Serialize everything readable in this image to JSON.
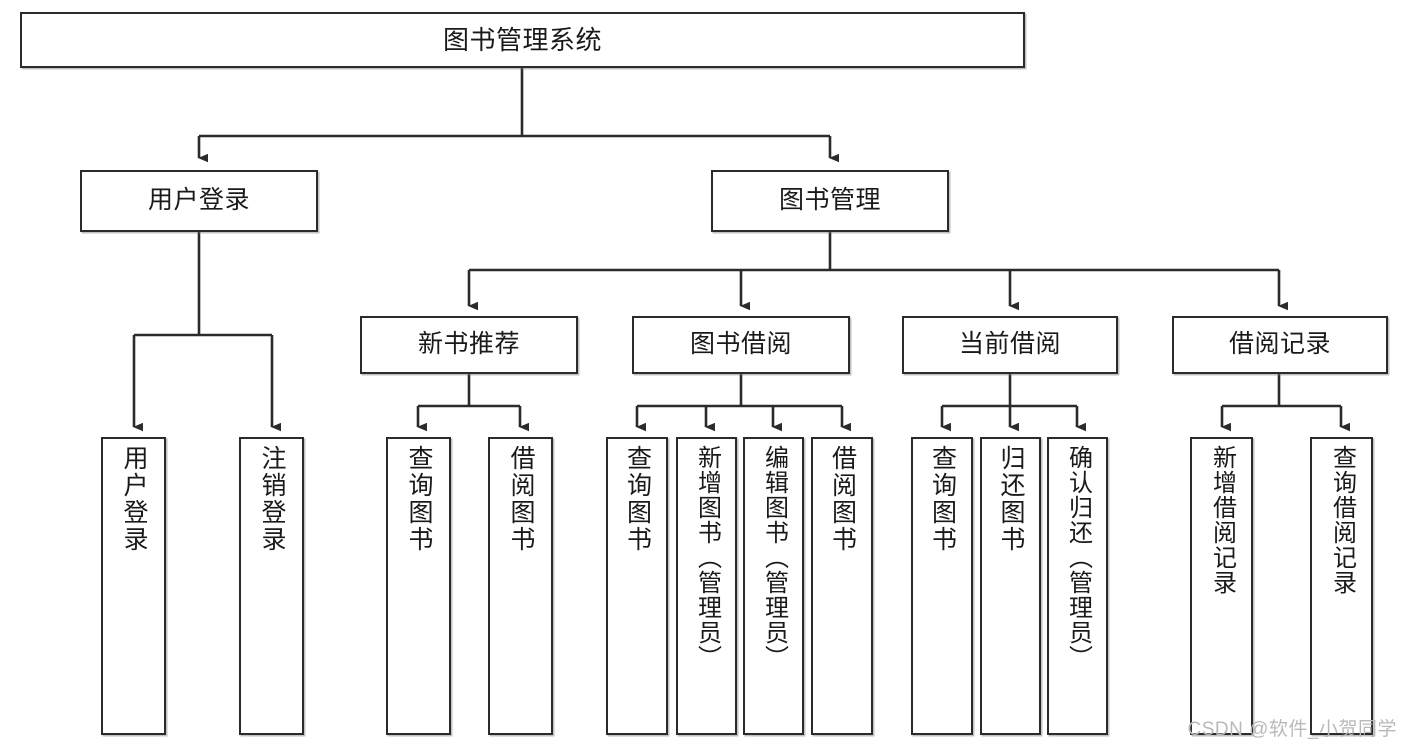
{
  "diagram": {
    "type": "hierarchy-tree",
    "title": "图书管理系统",
    "line_color": "#2b2b2b",
    "box_fill": "#ffffff",
    "text_color": "#1a1a1a",
    "levels": 4,
    "root": {
      "label": "图书管理系统"
    },
    "level2": [
      {
        "label": "用户登录"
      },
      {
        "label": "图书管理"
      }
    ],
    "level3": [
      {
        "label": "新书推荐"
      },
      {
        "label": "图书借阅"
      },
      {
        "label": "当前借阅"
      },
      {
        "label": "借阅记录"
      }
    ],
    "leaves": {
      "user_login": [
        {
          "label": "用户登录"
        },
        {
          "label": "注销登录"
        }
      ],
      "new_book_recommend": [
        {
          "label": "查询图书"
        },
        {
          "label": "借阅图书"
        }
      ],
      "book_borrow": [
        {
          "label": "查询图书"
        },
        {
          "label": "新增图书（管理员）"
        },
        {
          "label": "编辑图书（管理员）"
        },
        {
          "label": "借阅图书"
        }
      ],
      "current_borrow": [
        {
          "label": "查询图书"
        },
        {
          "label": "归还图书"
        },
        {
          "label": "确认归还（管理员）"
        }
      ],
      "borrow_record": [
        {
          "label": "新增借阅记录"
        },
        {
          "label": "查询借阅记录"
        }
      ]
    }
  },
  "watermark": {
    "text": "CSDN @软件_小贺同学"
  }
}
